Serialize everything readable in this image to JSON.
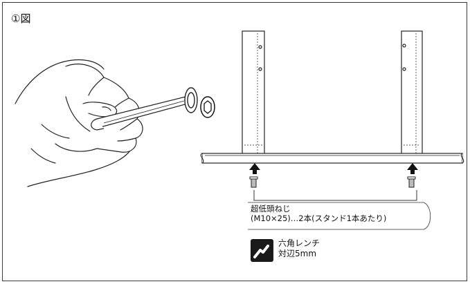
{
  "figure": {
    "label": "①図"
  },
  "screw": {
    "name": "超低頭ねじ",
    "spec": "(M10×25)…2本(スタンド1本あたり)"
  },
  "tool": {
    "icon": "hex-wrench-icon",
    "name": "六角レンチ",
    "size": "対辺5mm"
  }
}
